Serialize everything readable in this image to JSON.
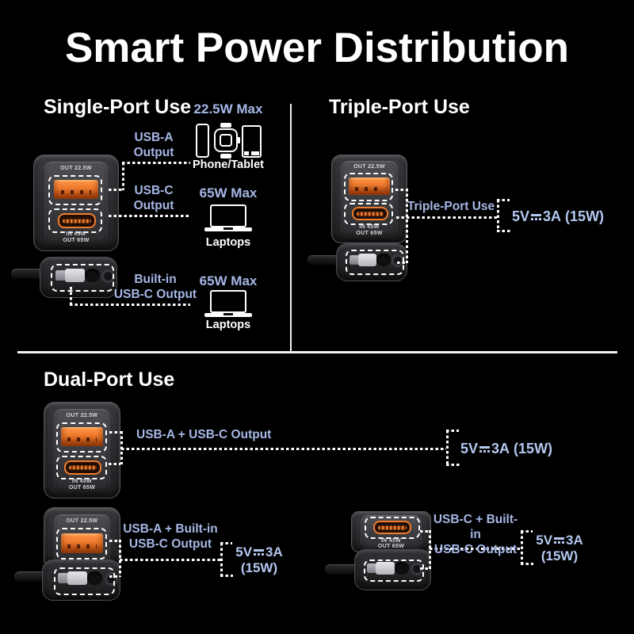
{
  "title": "Smart Power Distribution",
  "colors": {
    "background": "#000000",
    "text_white": "#ffffff",
    "label_blue": "#a6b7e6",
    "power_blue": "#b3c7ef",
    "port_orange": "#ef7a28"
  },
  "charger_ports": {
    "usb_a_out": "OUT 22.5W",
    "usb_c_in": "IN 45W",
    "usb_c_out": "OUT 65W"
  },
  "single_port": {
    "heading": "Single-Port Use",
    "usb_a": {
      "label_line1": "USB-A",
      "label_line2": "Output",
      "max": "22.5W Max",
      "devices": "Phone/Tablet"
    },
    "usb_c": {
      "label_line1": "USB-C",
      "label_line2": "Output",
      "max": "65W Max",
      "devices": "Laptops"
    },
    "built_in": {
      "label_line1": "Built-in",
      "label_line2": "USB-C Output",
      "max": "65W Max",
      "devices": "Laptops"
    }
  },
  "triple_port": {
    "heading": "Triple-Port Use",
    "callout": "Triple-Port Use",
    "power": {
      "volts": "5V",
      "amps": "3A",
      "watts": "(15W)"
    }
  },
  "dual_port": {
    "heading": "Dual-Port Use",
    "combo_a_c": {
      "label": "USB-A + USB-C Output",
      "power": {
        "volts": "5V",
        "amps": "3A",
        "watts": "(15W)"
      }
    },
    "combo_a_builtin": {
      "label_line1": "USB-A + Built-in",
      "label_line2": "USB-C Output",
      "power": {
        "volts": "5V",
        "amps": "3A",
        "watts": "(15W)"
      }
    },
    "combo_c_builtin": {
      "label_line1": "USB-C + Built-in",
      "label_line2": "USB-C Output",
      "power": {
        "volts": "5V",
        "amps": "3A",
        "watts": "(15W)"
      }
    }
  }
}
